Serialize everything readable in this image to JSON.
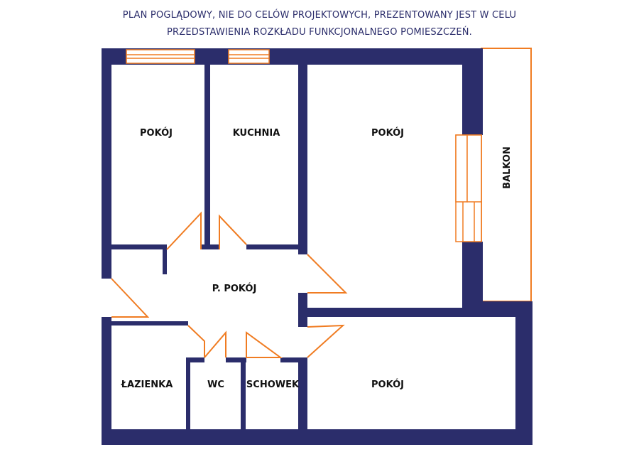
{
  "disclaimer": {
    "line1": "PLAN POGLĄDOWY, NIE DO CELÓW PROJEKTOWYCH, PREZENTOWANY JEST W CELU",
    "line2": "PRZEDSTAWIENIA ROZKŁADU FUNKCJONALNEGO POMIESZCZEŃ."
  },
  "rooms": {
    "pokoj_1": "POKÓJ",
    "kuchnia": "KUCHNIA",
    "pokoj_2": "POKÓJ",
    "balkon": "BALKON",
    "p_pokoj": "P. POKÓJ",
    "lazienka": "ŁAZIENKA",
    "wc": "WC",
    "schowek": "SCHOWEK",
    "pokoj_3": "POKÓJ"
  },
  "colors": {
    "wall": "#2b2d6b",
    "accent": "#f07c22",
    "label": "#111111",
    "background": "#ffffff"
  }
}
